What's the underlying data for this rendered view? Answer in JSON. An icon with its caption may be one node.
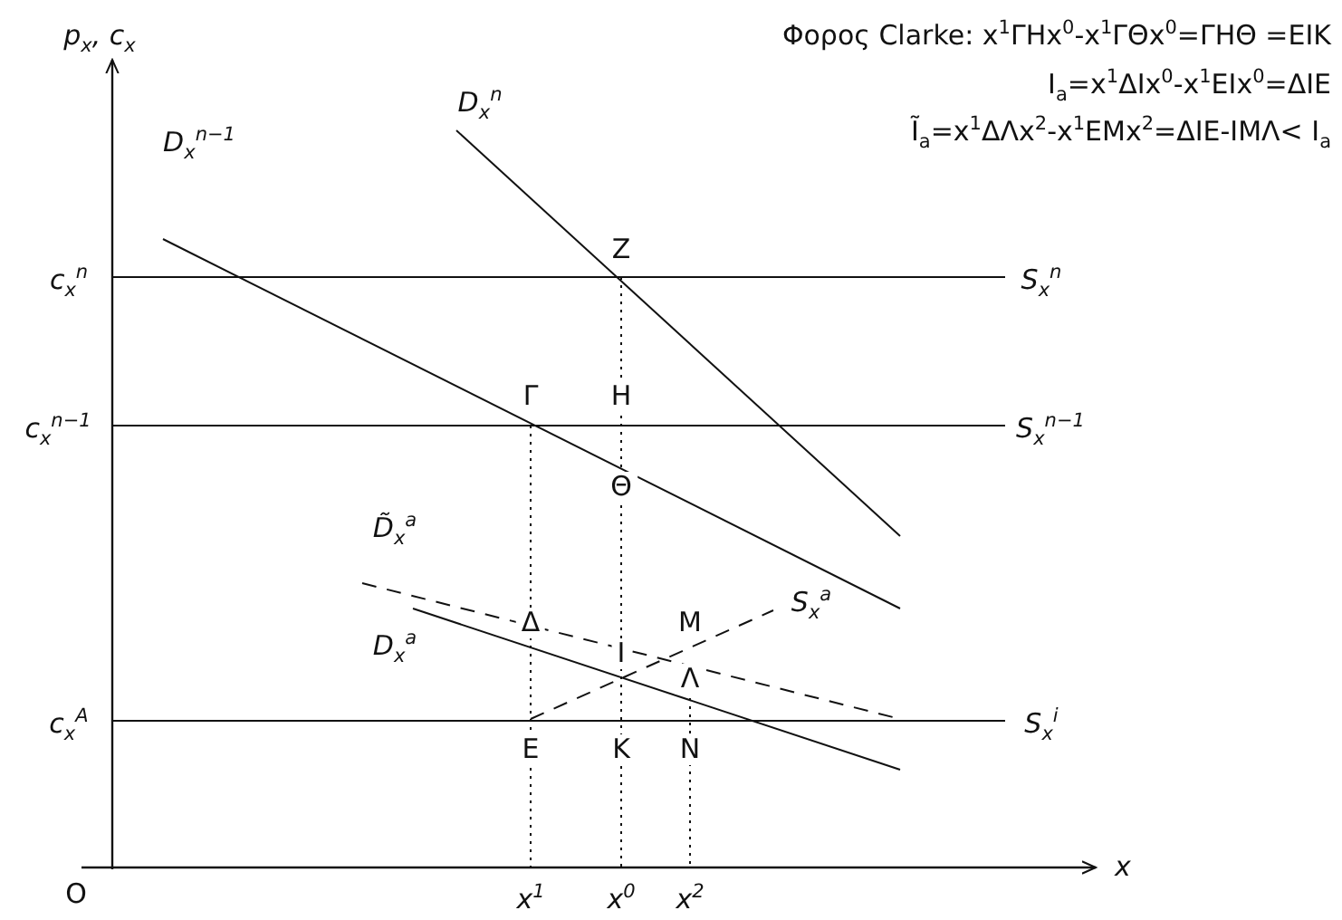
{
  "diagram": {
    "labels": [
      "Φορος Clarke: x$^{1}$ΓΗx$^{0}$-x$^{1}$ΓΘx$^{0}$=ΓΗΘ =ΕΙΚ",
      "I$_{a}$=x$^{1}$ΔΙx$^{0}$-x$^{1}$ΕΙx$^{0}$=ΔΙΕ",
      "Ĩ$_{a}$=x$^{1}$ΔΛx$^{2}$-x$^{1}$ΕΜx$^{2}$=ΔΙΕ-ΙΜΛ< I$_{a}$",
      "p$_{x}$, c$_{x}$",
      "D$_{x}$$^{n}$",
      "D$_{x}$$^{n−1}$",
      "Ζ",
      "c$_{x}$$^{n}$",
      "S$_{x}$$^{n}$",
      "Γ",
      "Η",
      "c$_{x}$$^{n−1}$",
      "S$_{x}$$^{n−1}$",
      "Θ",
      "D̃$_{x}$$^{a}$",
      "S$_{x}$$^{a}$",
      "D$_{x}$$^{a}$",
      "Δ",
      "Μ",
      "Ι",
      "Λ",
      "c$_{x}$$^{A}$",
      "S$_{x}$$^{i}$",
      "Ε",
      "Κ",
      "Ν",
      "O",
      "x",
      "x$^{1}$",
      "x$^{0}$",
      "x$^{2}$"
    ]
  }
}
